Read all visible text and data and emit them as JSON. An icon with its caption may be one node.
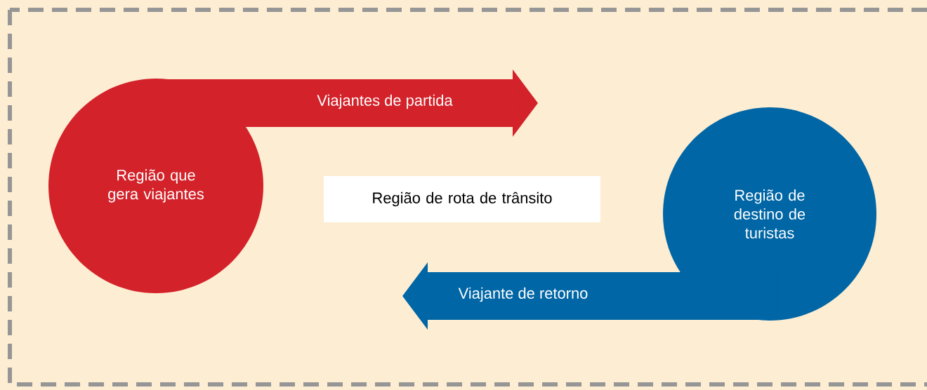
{
  "diagram": {
    "nodes": [
      {
        "text": [
          "Região que gera viajantes"
        ]
      },
      {
        "text": [
          "Região de rota de trânsito"
        ]
      },
      {
        "text": [
          "Região de destino de turistas"
        ]
      }
    ],
    "edges": [
      {
        "from": 0,
        "to": null,
        "arrow": "to",
        "label": "Viajantes de partida",
        "color": "#d3222a"
      },
      {
        "from": 2,
        "to": null,
        "arrow": "to",
        "label": "Viajante de retorno",
        "color": "#0066a5"
      }
    ]
  }
}
